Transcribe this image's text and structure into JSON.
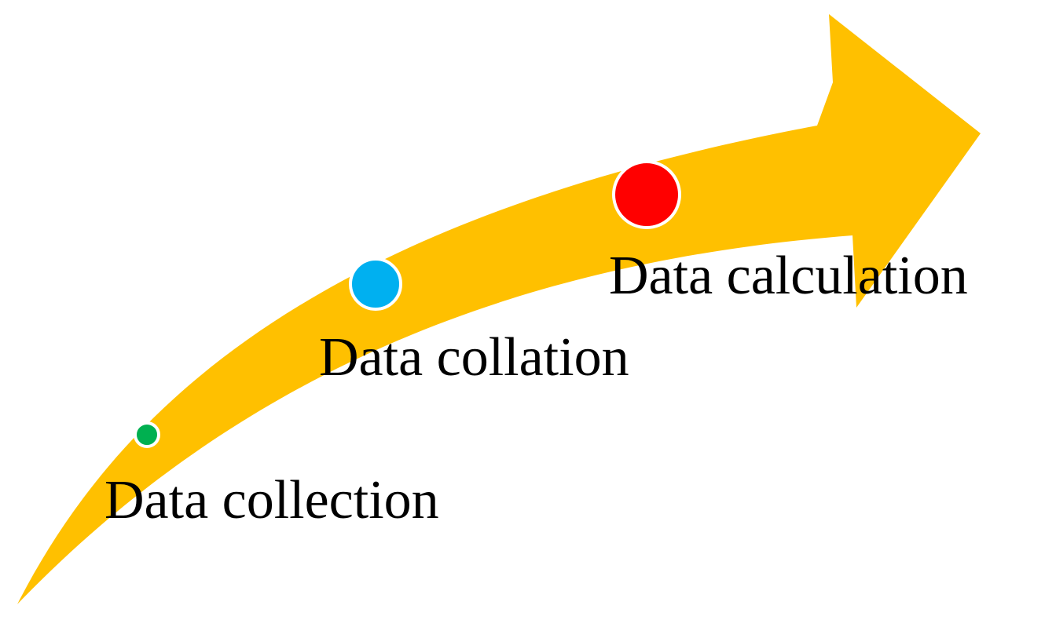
{
  "colors": {
    "arrow": "#FFC000",
    "dot_border": "#FFFFFF",
    "text": "#000000"
  },
  "steps": [
    {
      "label": "Data collection",
      "dot_color": "#00B050"
    },
    {
      "label": "Data collation",
      "dot_color": "#00B0F0"
    },
    {
      "label": "Data calculation",
      "dot_color": "#FF0000"
    }
  ]
}
